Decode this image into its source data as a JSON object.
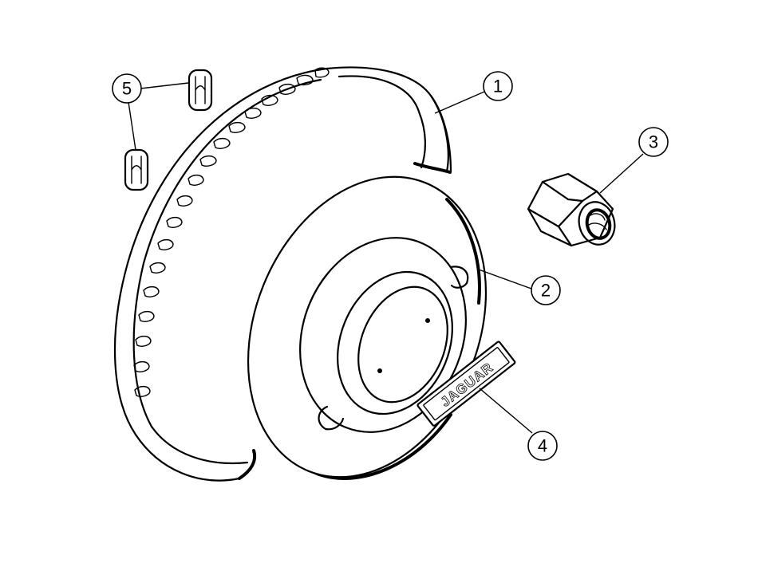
{
  "diagram": {
    "parts": [
      {
        "number": "1",
        "description": "wheel trim ring"
      },
      {
        "number": "2",
        "description": "hub cap"
      },
      {
        "number": "3",
        "description": "wheel nut"
      },
      {
        "number": "4",
        "description": "badge"
      },
      {
        "number": "5",
        "description": "clips"
      }
    ],
    "badge_text": "JAGUAR",
    "line_color": "#000000",
    "background_color": "#ffffff"
  }
}
